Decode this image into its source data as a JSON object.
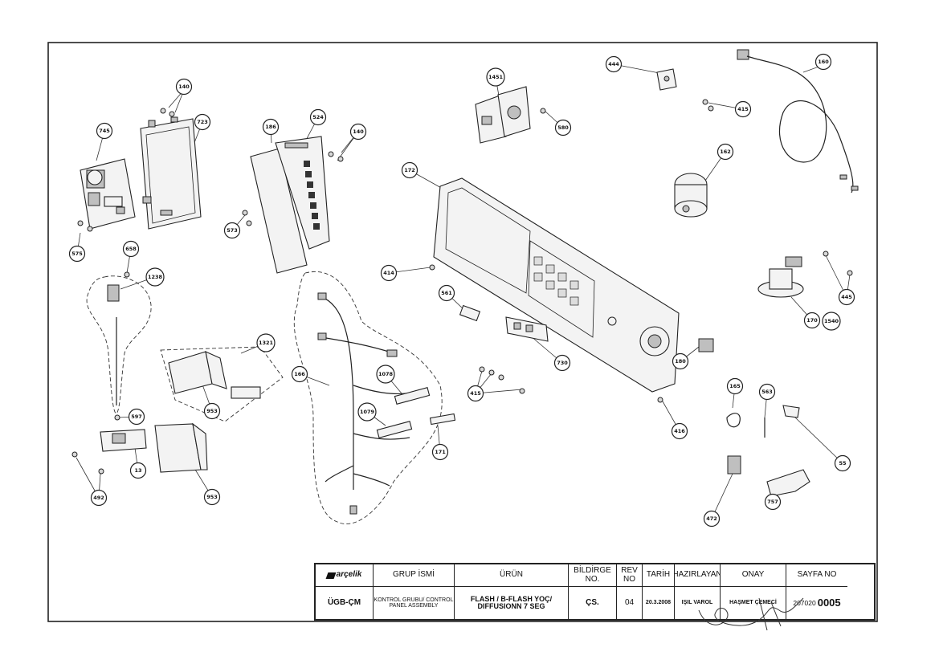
{
  "labels": [
    {
      "id": "140",
      "text": "140"
    },
    {
      "id": "745",
      "text": "745"
    },
    {
      "id": "723",
      "text": "723"
    },
    {
      "id": "575a",
      "text": "575"
    },
    {
      "id": "186",
      "text": "186"
    },
    {
      "id": "524",
      "text": "524"
    },
    {
      "id": "140b",
      "text": "140"
    },
    {
      "id": "573",
      "text": "573"
    },
    {
      "id": "1451",
      "text": "1451"
    },
    {
      "id": "580",
      "text": "580"
    },
    {
      "id": "444",
      "text": "444"
    },
    {
      "id": "415a",
      "text": "415"
    },
    {
      "id": "160",
      "text": "160"
    },
    {
      "id": "162",
      "text": "162"
    },
    {
      "id": "172",
      "text": "172"
    },
    {
      "id": "414",
      "text": "414"
    },
    {
      "id": "561",
      "text": "561"
    },
    {
      "id": "730",
      "text": "730"
    },
    {
      "id": "180",
      "text": "180"
    },
    {
      "id": "170",
      "text": "170"
    },
    {
      "id": "1540",
      "text": "1540"
    },
    {
      "id": "445",
      "text": "445"
    },
    {
      "id": "658",
      "text": "658"
    },
    {
      "id": "1238",
      "text": "1238"
    },
    {
      "id": "1321",
      "text": "1321"
    },
    {
      "id": "953a",
      "text": "953"
    },
    {
      "id": "166",
      "text": "166"
    },
    {
      "id": "1078",
      "text": "1078"
    },
    {
      "id": "1079",
      "text": "1079"
    },
    {
      "id": "415b",
      "text": "415"
    },
    {
      "id": "171",
      "text": "171"
    },
    {
      "id": "416",
      "text": "416"
    },
    {
      "id": "165",
      "text": "165"
    },
    {
      "id": "563",
      "text": "563"
    },
    {
      "id": "55",
      "text": "55"
    },
    {
      "id": "597",
      "text": "597"
    },
    {
      "id": "13",
      "text": "13"
    },
    {
      "id": "953b",
      "text": "953"
    },
    {
      "id": "492",
      "text": "492"
    },
    {
      "id": "472",
      "text": "472"
    },
    {
      "id": "757",
      "text": "757"
    }
  ],
  "titleblock": {
    "logo": "arçelik",
    "group_header": "GRUP İSMİ",
    "product_header": "ÜRÜN",
    "notice_header": "BİLDİRGE NO.",
    "rev_header": "REV NO",
    "date_header": "TARİH",
    "prepared_header": "HAZIRLAYAN",
    "approved_header": "ONAY",
    "page_header": "SAYFA NO",
    "dept": "ÜGB-ÇM",
    "group_value": "KONTROL GRUBU/ CONTROL PANEL ASSEMBLY",
    "product_value": "FLASH / B-FLASH YOÇ/ DIFFUSIONN 7 SEG",
    "notice_value": "ÇS.",
    "rev_value": "04",
    "date_value": "20.3.2008",
    "prepared_value": "IŞIL VAROL",
    "approved_value": "HAŞMET ÇEMECİ",
    "page_prefix": "207020",
    "page_number": "0005"
  }
}
